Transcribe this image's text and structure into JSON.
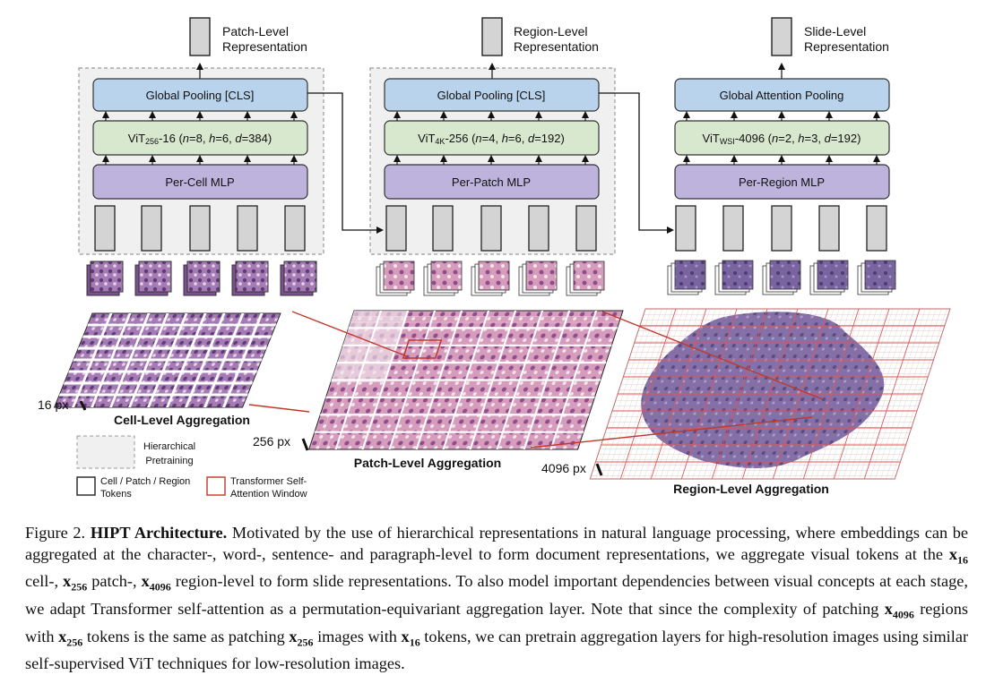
{
  "stages": [
    {
      "output_line1": "Patch-Level",
      "output_line2": "Representation",
      "pool": "Global Pooling [CLS]",
      "vit_prefix": "ViT",
      "vit_sub": "256",
      "vit_rest": "-16 (",
      "vit_p1k": "n",
      "vit_p1v": "=8, ",
      "vit_p2k": "h",
      "vit_p2v": "=6, ",
      "vit_p3k": "d",
      "vit_p3v": "=384)",
      "mlp": "Per-Cell MLP",
      "aggregation": "Cell-Level Aggregation",
      "px": "16 px",
      "tissue_color": "#9a6fa8"
    },
    {
      "output_line1": "Region-Level",
      "output_line2": "Representation",
      "pool": "Global Pooling [CLS]",
      "vit_prefix": "ViT",
      "vit_sub": "4K",
      "vit_rest": "-256 (",
      "vit_p1k": "n",
      "vit_p1v": "=4, ",
      "vit_p2k": "h",
      "vit_p2v": "=6, ",
      "vit_p3k": "d",
      "vit_p3v": "=192)",
      "mlp": "Per-Patch MLP",
      "aggregation": "Patch-Level Aggregation",
      "px": "256 px",
      "tissue_color": "#c98fb0"
    },
    {
      "output_line1": "Slide-Level",
      "output_line2": "Representation",
      "pool": "Global Attention Pooling",
      "vit_prefix": "ViT",
      "vit_sub": "WSI",
      "vit_rest": "-4096 (",
      "vit_p1k": "n",
      "vit_p1v": "=2, ",
      "vit_p2k": "h",
      "vit_p2v": "=3, ",
      "vit_p3k": "d",
      "vit_p3v": "=192)",
      "mlp": "Per-Region MLP",
      "aggregation": "Region-Level Aggregation",
      "px": "4096 px",
      "tissue_color": "#6f5a96"
    }
  ],
  "legend": {
    "pretraining_line1": "Hierarchical",
    "pretraining_line2": "Pretraining",
    "tokens_line1": "Cell / Patch / Region",
    "tokens_line2": "Tokens",
    "window_line1": "Transformer Self-",
    "window_line2": "Attention Window"
  },
  "colors": {
    "pool_fill": "#b9d3ec",
    "vit_fill": "#d7e8cf",
    "mlp_fill": "#bdb3dc",
    "token_fill": "#d4d4d4",
    "pretrain_fill": "#f0f0f0",
    "attention_red": "#c0392b"
  },
  "caption": {
    "fig": "Figure 2.",
    "title": "HIPT Architecture.",
    "t1": "Motivated by the use of hierarchical representations in natural language processing, where embeddings can be aggregated at the character-, word-, sentence- and paragraph-level to form document representations, we aggregate visual tokens at the",
    "x": "x",
    "s16": "16",
    "s256": "256",
    "s4096": "4096",
    "t2": "cell-,",
    "t3": "patch-,",
    "t4": "region-level to form slide representations. To also model important dependencies between visual concepts at each stage, we adapt Transformer self-attention as a permutation-equivariant aggregation layer. Note that since the complexity of patching",
    "t5": "regions with",
    "t6": "tokens is the same as patching",
    "t7": "images with",
    "t8": "tokens, we can pretrain aggregation layers for high-resolution images using similar self-supervised ViT techniques for low-resolution images."
  }
}
